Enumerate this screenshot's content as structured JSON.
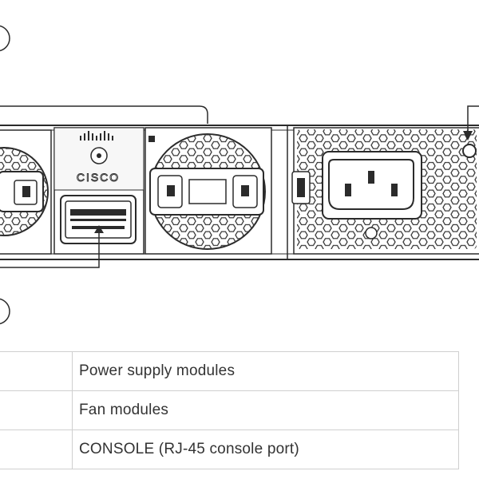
{
  "device": {
    "brand_label": "CISCO"
  },
  "legend": {
    "rows": [
      {
        "label": "Power supply modules"
      },
      {
        "label": "Fan modules"
      },
      {
        "label": "CONSOLE (RJ-45 console port)"
      }
    ]
  },
  "colors": {
    "line": "#2b2b2b",
    "chassis_fill": "#f7f7f7",
    "hex_stroke": "#3a3a3a",
    "table_border": "#cfcfcf",
    "text": "#333333"
  }
}
